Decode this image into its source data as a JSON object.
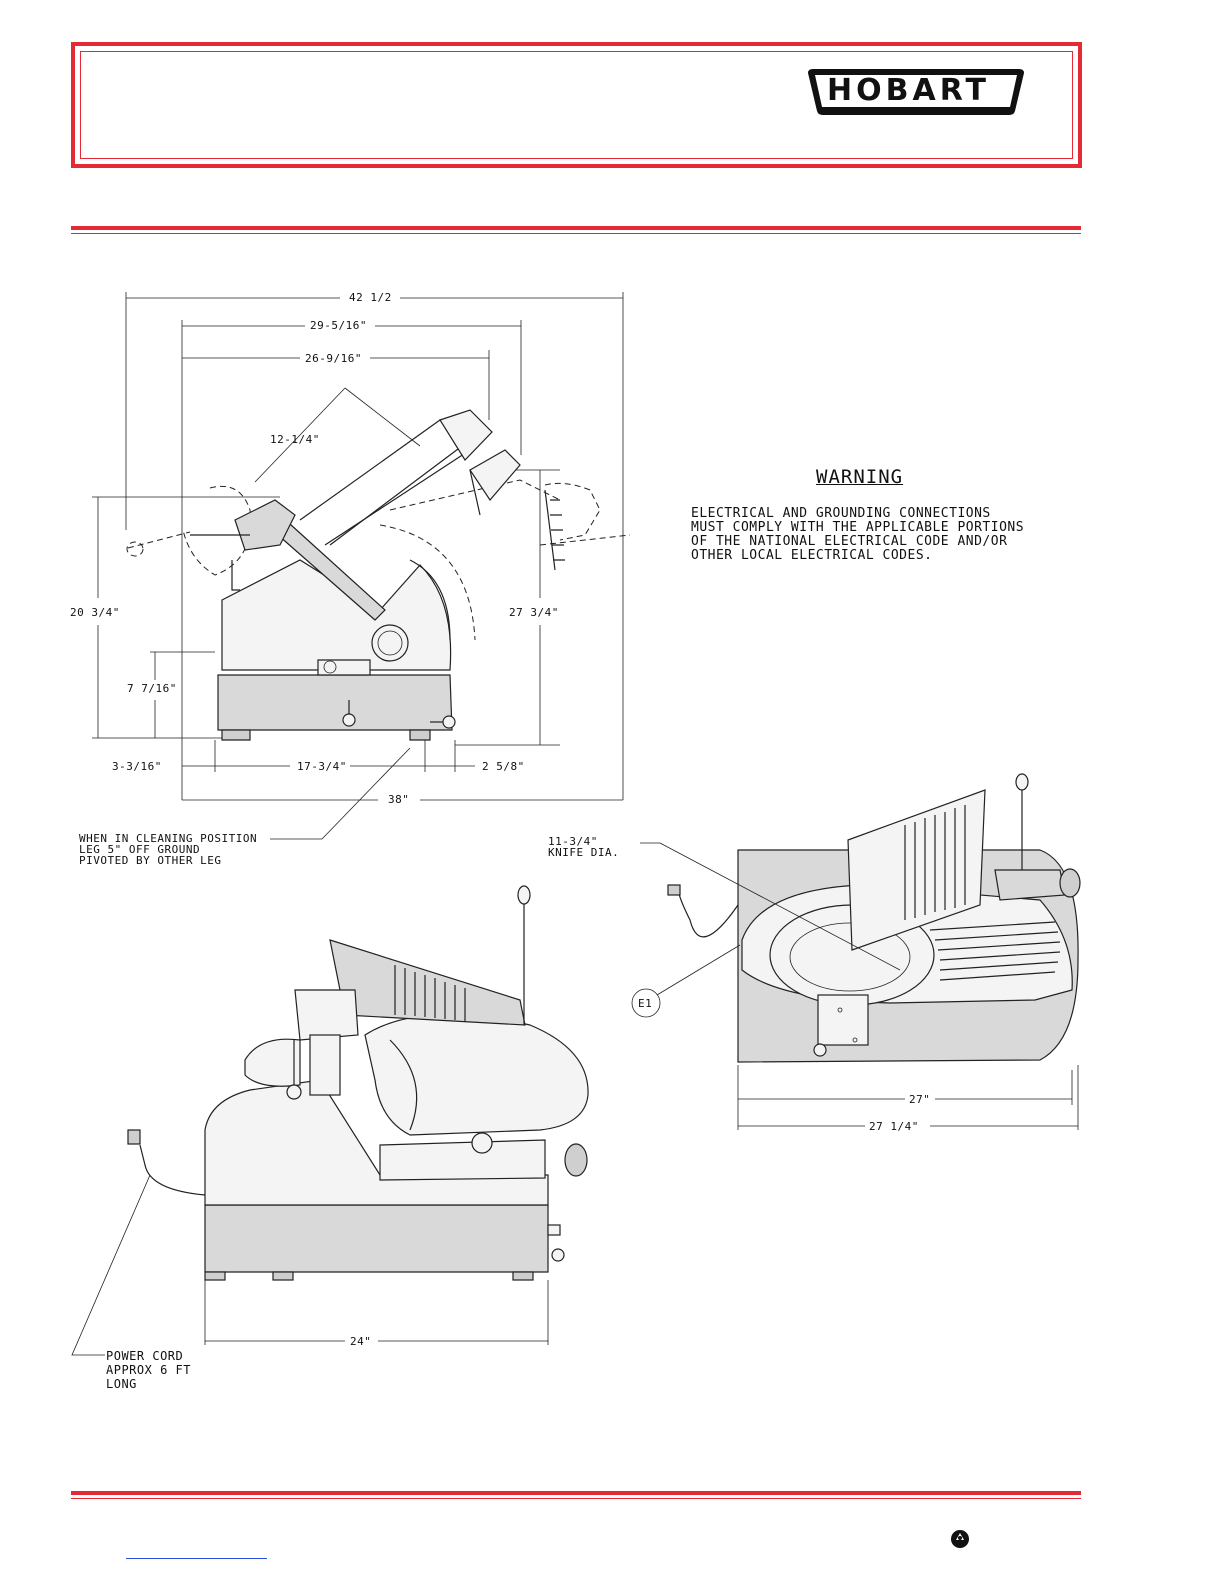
{
  "brand": {
    "logo_text": "HOBART"
  },
  "colors": {
    "accent": "#e42a35",
    "line": "#222222",
    "link": "#2b4fd6"
  },
  "side_view": {
    "dims": {
      "overall_width": "42 1/2",
      "top_a": "29-5/16\"",
      "top_b": "26-9/16\"",
      "diag": "12-1/4\"",
      "height_left": "20 3/4\"",
      "height_right": "27 3/4\"",
      "height_low": "7 7/16\"",
      "bottom_left": "3-3/16\"",
      "bottom_mid": "17-3/4\"",
      "bottom_right": "2 5/8\"",
      "bottom_total": "38\""
    },
    "note": "WHEN IN CLEANING POSITION\nLEG 5\" OFF GROUND\nPIVOTED BY OTHER LEG"
  },
  "warning": {
    "title": "WARNING",
    "lines": [
      "ELECTRICAL AND GROUNDING CONNECTIONS",
      "MUST COMPLY WITH THE APPLICABLE PORTIONS",
      "OF THE NATIONAL ELECTRICAL CODE AND/OR",
      "OTHER LOCAL ELECTRICAL CODES."
    ]
  },
  "top_view": {
    "knife": "11-3/4\"\nKNIFE DIA.",
    "callout": "E1",
    "dim_inner": "27\"",
    "dim_outer": "27 1/4\""
  },
  "front_view": {
    "dim_width": "24\"",
    "cord_note": "POWER CORD\nAPPROX 6 FT\nLONG"
  },
  "footer": {
    "recycle_icon": "recycle-icon"
  }
}
